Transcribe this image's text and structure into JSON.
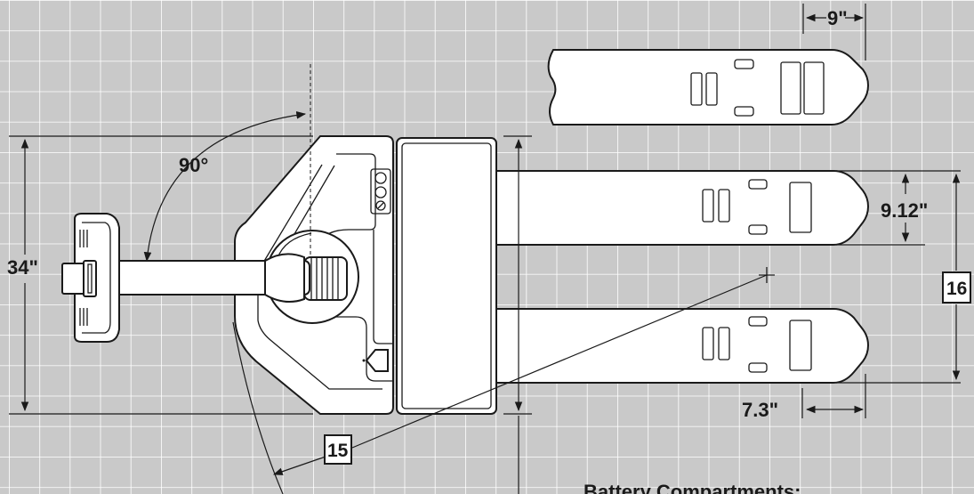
{
  "labels": {
    "width_overall": "34\"",
    "handle_angle": "90°",
    "fork_tip": "9\"",
    "fork_width": "9.12\"",
    "fork_gap": "7.3\"",
    "ref_15": "15",
    "ref_16": "16",
    "battery_caption": "Battery Compartments:"
  },
  "colors": {
    "background": "#c9c9c9",
    "grid": "#ffffff",
    "body_fill": "#ffffff",
    "line": "#1a1a1a"
  }
}
